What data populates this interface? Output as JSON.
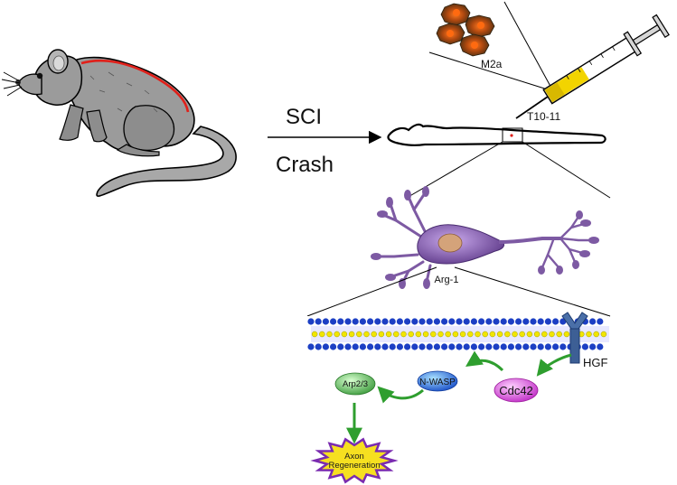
{
  "labels": {
    "sci": "SCI",
    "crash": "Crash",
    "cells": "M2a",
    "injection_site": "T10-11",
    "marker": "Arg-1",
    "receptor_ligand": "HGF",
    "cdc42": "Cdc42",
    "nwasp": "N-WASP",
    "arp": "Arp2/3",
    "outcome_line1": "Axon",
    "outcome_line2": "Regeneration"
  },
  "colors": {
    "rat_fur": "#9b9b9b",
    "rat_back_stripe": "#e0201a",
    "neuron": "#7d5aa3",
    "nucleus": "#d4a37a",
    "membrane_blue": "#1c3fc4",
    "membrane_yellow": "#f2e600",
    "receptor": "#4a6fa8",
    "cdc42": "#dd55dd",
    "nwasp": "#2f6fd6",
    "arp": "#58b058",
    "outcome_fill": "#7a2bb0",
    "outcome_text": "#f6e020",
    "pathway_arrow": "#2e9e2e",
    "syringe_fluid": "#f2d400",
    "cell_body": "#4a3a22",
    "cell_nucleus": "#e85a10"
  },
  "icons": [
    "rat-illustration",
    "syringe-icon",
    "macrophage-cells",
    "spinal-cord-outline",
    "neuron-cell",
    "cell-membrane",
    "hgf-receptor-icon",
    "starburst-shape"
  ]
}
